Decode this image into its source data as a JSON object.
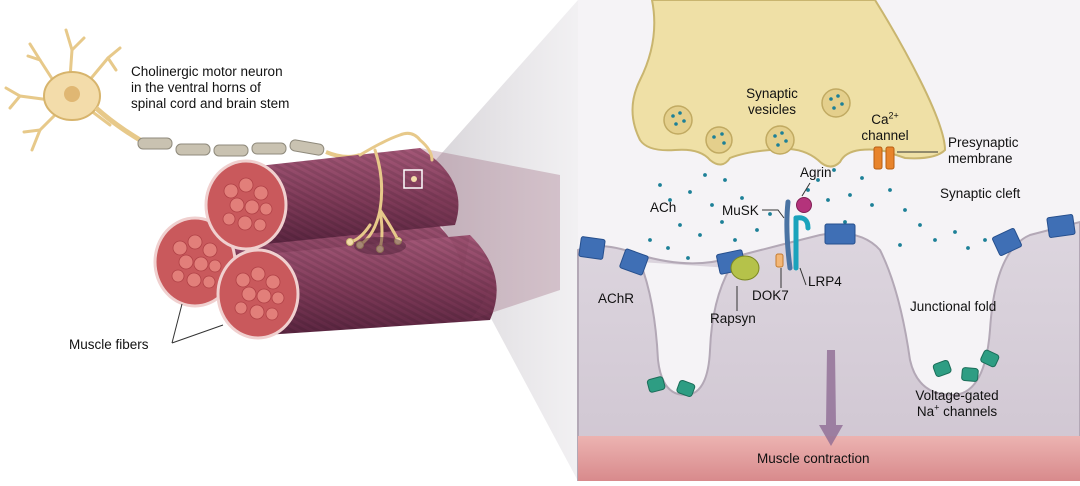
{
  "labels": {
    "neuron": [
      "Cholinergic motor neuron",
      "in the ventral horns of",
      "spinal cord and brain stem"
    ],
    "muscle_fibers": "Muscle fibers",
    "synaptic_vesicles": [
      "Synaptic",
      "vesicles"
    ],
    "ca_channel": {
      "base": "Ca",
      "sup": "2+",
      "line2": "channel"
    },
    "presynaptic_membrane": [
      "Presynaptic",
      "membrane"
    ],
    "synaptic_cleft": "Synaptic cleft",
    "ach": "ACh",
    "agrin": "Agrin",
    "musk": "MuSK",
    "achr": "AChR",
    "dok7": "DOK7",
    "lrp4": "LRP4",
    "rapsyn": "Rapsyn",
    "junctional_fold": "Junctional fold",
    "na_channels": {
      "line1": "Voltage-gated",
      "base": "Na",
      "sup": "+",
      "rest": " channels"
    },
    "muscle_contraction": "Muscle contraction"
  },
  "colors": {
    "terminal": "#efe0a6",
    "terminal_stroke": "#c9b56f",
    "muscle_fiber": "#8e4563",
    "fiber_end": "#c9595c",
    "cleft_bg": "#f4f2f5",
    "postsynaptic": "#d6cfd9",
    "achr": "#3f6fb5",
    "na_channel": "#2e9d83",
    "acetylcholine_dot": "#1d8097",
    "ca_channel": "#e8842c",
    "contraction_band": "#e6a0a0"
  }
}
